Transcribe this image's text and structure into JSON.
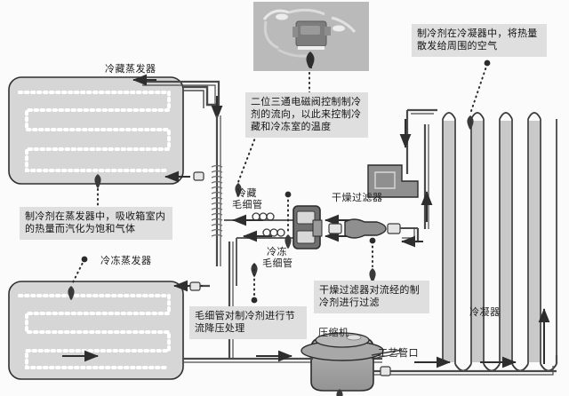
{
  "diagram": {
    "title_implicit": "refrigerator-refrigeration-cycle-diagram",
    "background_color": "#fbfbfb",
    "callout_bg_color": "#dfdfdf",
    "component_fill_color": "#d6d6d6",
    "dark_part_color": "#8f8f8f",
    "line_color": "#3a3a3a"
  },
  "labels": {
    "fridge_evaporator": "冷藏蒸发器",
    "freezer_evaporator": "冷冻蒸发器",
    "fridge_capillary_line1": "冷藏",
    "fridge_capillary_line2": "毛细管",
    "freezer_capillary_line1": "冷冻",
    "freezer_capillary_line2": "毛细管",
    "dryer_filter": "干燥过滤器",
    "compressor": "压缩机",
    "process_port": "工艺管口",
    "condenser": "冷凝器"
  },
  "callouts": {
    "evaporator_absorb": "制冷剂在蒸发器中，吸收箱室内的热量而汽化为饱和气体",
    "solenoid_valve": "二位三通电磁阀控制制冷剂的流向，以此来控制冷藏和冷冻室的温度",
    "capillary_throttle": "毛细管对制冷剂进行节流降压处理",
    "dryer_filter_desc": "干燥过滤器对流经的制冷剂进行过滤",
    "condenser_desc": "制冷剂在冷凝器中，将热量散发给周围的空气"
  },
  "photo_inset": {
    "name": "solenoid-valve-photo",
    "description": "二位三通电磁阀实物照片"
  },
  "components": [
    {
      "name": "fridge-evaporator",
      "type": "plate-evaporator"
    },
    {
      "name": "freezer-evaporator",
      "type": "plate-evaporator"
    },
    {
      "name": "solenoid-valve",
      "type": "two-position-three-way-valve"
    },
    {
      "name": "dryer-filter",
      "type": "filter-drier"
    },
    {
      "name": "compressor",
      "type": "hermetic-compressor"
    },
    {
      "name": "condenser",
      "type": "serpentine-condenser"
    },
    {
      "name": "fridge-capillary",
      "type": "capillary-tube"
    },
    {
      "name": "freezer-capillary",
      "type": "capillary-tube"
    },
    {
      "name": "process-port",
      "type": "service-port"
    }
  ]
}
